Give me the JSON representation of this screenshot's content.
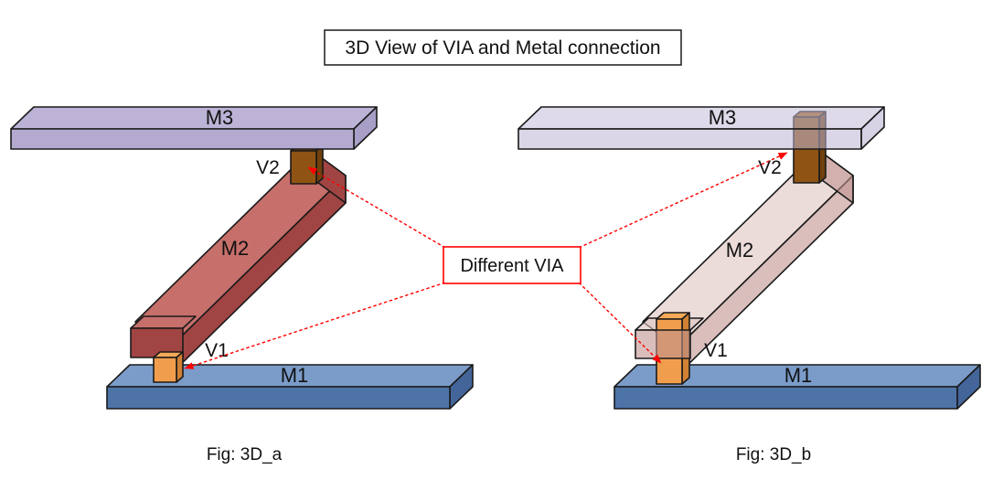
{
  "title": "3D View of VIA and Metal connection",
  "annotation": {
    "label": "Different VIA"
  },
  "fig_a": {
    "caption": "Fig: 3D_a",
    "labels": {
      "m1": "M1",
      "m2": "M2",
      "m3": "M3",
      "v1": "V1",
      "v2": "V2"
    }
  },
  "fig_b": {
    "caption": "Fig: 3D_b",
    "labels": {
      "m1": "M1",
      "m2": "M2",
      "m3": "M3",
      "v1": "V1",
      "v2": "V2"
    }
  },
  "colors": {
    "outline": "#1a1a1a",
    "arrow_red": "#ff0000",
    "m3_top": "#bcb3d6",
    "m3_front": "#b4aad0",
    "m3_side": "#a89ec6",
    "m3b_top": "#c3bcd8",
    "m3b_front": "#beb5d3",
    "m3b_side": "#b5abcc",
    "m2_light": "#c76f6b",
    "m2_dark": "#a04543",
    "m2b_light": "#ddc4c1",
    "m2b_dark": "#c09390",
    "m1_top": "#7b9cc9",
    "m1_front": "#4d73a7",
    "m1_side": "#44659a",
    "v2_front": "#8f5413",
    "v2_top": "#a25e15",
    "v2_side": "#70400d",
    "v1_front": "#f09e4e",
    "v1_top": "#f6aa58",
    "v1_side": "#d08133"
  }
}
